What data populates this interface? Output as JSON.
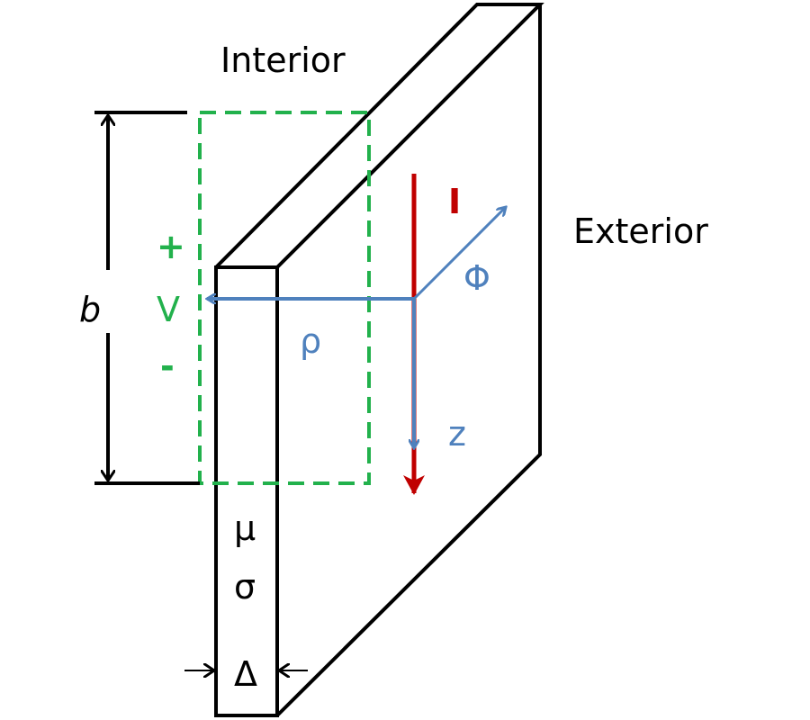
{
  "labels": {
    "interior": "Interior",
    "exterior": "Exterior",
    "b": "b",
    "plus": "+",
    "V": "V",
    "minus": "-",
    "rho": "ρ",
    "I": "I",
    "phi": "Φ",
    "z": "z",
    "mu": "μ",
    "sigma": "σ",
    "delta": "Δ"
  },
  "colors": {
    "outline": "#000000",
    "voltage": "#22b14c",
    "current": "#c00000",
    "coords": "#4f81bd"
  }
}
